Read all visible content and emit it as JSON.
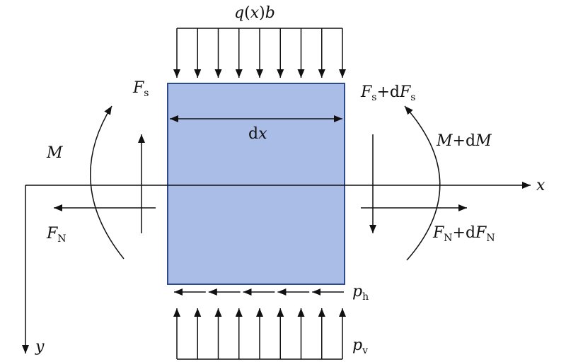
{
  "labels": {
    "qxb": {
      "q": "q",
      "open": "(",
      "x": "x",
      "close": ")",
      "b": "b"
    },
    "dx": {
      "d": "d",
      "x": "x"
    },
    "fs_left": {
      "F": "F",
      "sub": "s"
    },
    "m_left": "M",
    "fn_left": {
      "F": "F",
      "sub": "N"
    },
    "fs_right": {
      "F": "F",
      "sub": "s",
      "plus": "+d",
      "F2": "F",
      "sub2": "s"
    },
    "m_right": {
      "M": "M",
      "plus": "+d",
      "M2": "M"
    },
    "fn_right": {
      "F": "F",
      "sub": "N",
      "plus": "+d",
      "F2": "F",
      "sub2": "N"
    },
    "x_axis": "x",
    "y_axis": "y",
    "ph": {
      "p": "p",
      "sub": "h"
    },
    "pv": {
      "p": "p",
      "sub": "v"
    }
  },
  "colors": {
    "element_fill": "#aabde6",
    "element_stroke": "#2e4a8c",
    "line": "#111111"
  },
  "loads": {
    "top_arrow_count": 9,
    "horizontal_arrow_count": 6,
    "bottom_arrow_count": 9
  }
}
